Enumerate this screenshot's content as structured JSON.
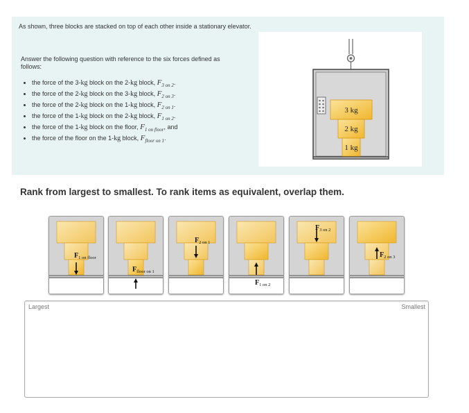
{
  "intro": {
    "text": "As shown, three blocks are stacked on top of each other inside a stationary elevator.",
    "question": "Answer the following question with reference to the six forces defined as follows:"
  },
  "forces": [
    {
      "pre": "the force of the 3-",
      "unit": "kg",
      "mid": " block on the 2-",
      "unit2": "kg",
      "post": " block, ",
      "sym": "F",
      "sub": "3 on 2",
      "end": "."
    },
    {
      "pre": "the force of the 2-",
      "unit": "kg",
      "mid": " block on the 3-",
      "unit2": "kg",
      "post": " block, ",
      "sym": "F",
      "sub": "2 on 3",
      "end": "."
    },
    {
      "pre": "the force of the 2-",
      "unit": "kg",
      "mid": " block on the 1-",
      "unit2": "kg",
      "post": " block, ",
      "sym": "F",
      "sub": "2 on 1",
      "end": "."
    },
    {
      "pre": "the force of the 1-",
      "unit": "kg",
      "mid": " block on the 2-",
      "unit2": "kg",
      "post": " block, ",
      "sym": "F",
      "sub": "1 on 2",
      "end": "."
    },
    {
      "pre": "the force of the 1-",
      "unit": "kg",
      "mid": " block on the floor, ",
      "unit2": "",
      "post": "",
      "sym": "F",
      "sub": "1 on floor",
      "end": ", and"
    },
    {
      "pre": "the force of the floor on the 1-",
      "unit": "kg",
      "mid": " block, ",
      "unit2": "",
      "post": "",
      "sym": "F",
      "sub": "floor on 1",
      "end": "."
    }
  ],
  "figure": {
    "block_top": "3 kg",
    "block_mid": "2 kg",
    "block_bot": "1 kg"
  },
  "rank_title": "Rank from largest to smallest. To rank items as equivalent, overlap them.",
  "tiles": [
    {
      "name": "F",
      "sub": "1 on floor"
    },
    {
      "name": "F",
      "sub": "floor on 1"
    },
    {
      "name": "F",
      "sub": "2 on 1"
    },
    {
      "name": "F",
      "sub": "1 on 2"
    },
    {
      "name": "F",
      "sub": "3 on 2"
    },
    {
      "name": "F",
      "sub": "2 on 3"
    }
  ],
  "rank_box": {
    "largest_label": "Largest",
    "smallest_label": "Smallest"
  },
  "colors": {
    "panel_bg": "#e8f4f4",
    "block_fill": "#f6c341",
    "tile_bg": "#d4d4d4"
  }
}
